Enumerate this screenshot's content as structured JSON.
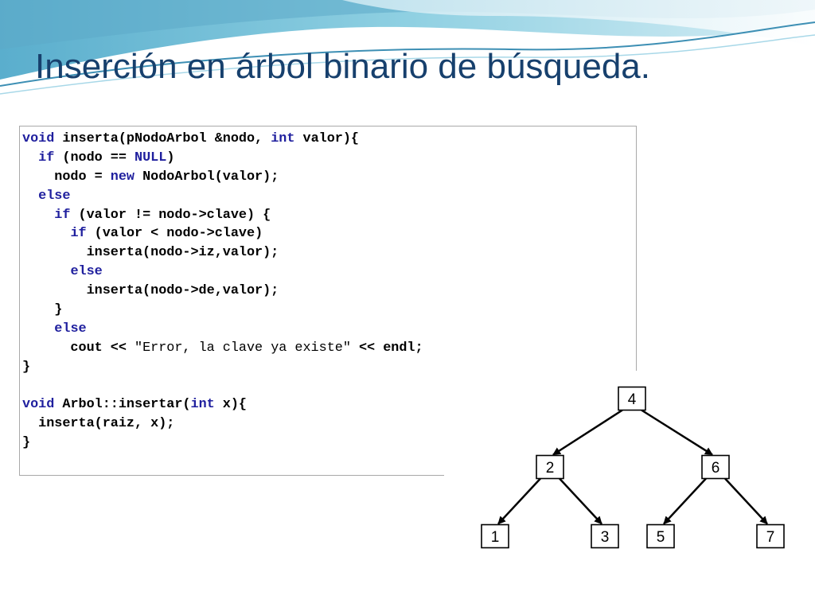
{
  "slide": {
    "title": "Inserción en árbol binario de búsqueda."
  },
  "code": {
    "lines": [
      [
        {
          "t": "void ",
          "k": "kw"
        },
        {
          "t": "inserta(pNodoArbol &nodo, ",
          "k": "plain"
        },
        {
          "t": "int",
          "k": "kw"
        },
        {
          "t": " valor){",
          "k": "plain"
        }
      ],
      [
        {
          "t": "  ",
          "k": "plain"
        },
        {
          "t": "if",
          "k": "kw"
        },
        {
          "t": " (nodo == ",
          "k": "code"
        },
        {
          "t": "NULL",
          "k": "kw"
        },
        {
          "t": ")",
          "k": "code"
        }
      ],
      [
        {
          "t": "    nodo = ",
          "k": "plain"
        },
        {
          "t": "new",
          "k": "kw"
        },
        {
          "t": " NodoArbol(valor);",
          "k": "plain"
        }
      ],
      [
        {
          "t": "  ",
          "k": "plain"
        },
        {
          "t": "else",
          "k": "kw"
        }
      ],
      [
        {
          "t": "    ",
          "k": "plain"
        },
        {
          "t": "if",
          "k": "kw"
        },
        {
          "t": " (valor != nodo->clave) {",
          "k": "code"
        }
      ],
      [
        {
          "t": "      ",
          "k": "plain"
        },
        {
          "t": "if",
          "k": "kw"
        },
        {
          "t": " (valor < nodo->clave)",
          "k": "plain"
        }
      ],
      [
        {
          "t": "        inserta(nodo->iz,valor);",
          "k": "plain"
        }
      ],
      [
        {
          "t": "      ",
          "k": "plain"
        },
        {
          "t": "else",
          "k": "kw"
        }
      ],
      [
        {
          "t": "        inserta(nodo->de,valor);",
          "k": "plain"
        }
      ],
      [
        {
          "t": "    }",
          "k": "code"
        }
      ],
      [
        {
          "t": "    ",
          "k": "plain"
        },
        {
          "t": "else",
          "k": "kw"
        }
      ],
      [
        {
          "t": "      cout << ",
          "k": "plain"
        },
        {
          "t": "\"Error, la clave ya existe\"",
          "k": "str"
        },
        {
          "t": " << endl;",
          "k": "plain"
        }
      ],
      [
        {
          "t": "}",
          "k": "code"
        }
      ],
      [
        {
          "t": "",
          "k": "plain"
        }
      ],
      [
        {
          "t": "void",
          "k": "kw"
        },
        {
          "t": " Arbol::insertar(",
          "k": "plain"
        },
        {
          "t": "int",
          "k": "kw"
        },
        {
          "t": " x){",
          "k": "plain"
        }
      ],
      [
        {
          "t": "  inserta(raiz, x);",
          "k": "plain"
        }
      ],
      [
        {
          "t": "}",
          "k": "code"
        }
      ]
    ]
  },
  "tree": {
    "nodes": [
      {
        "id": "4",
        "label": "4"
      },
      {
        "id": "2",
        "label": "2"
      },
      {
        "id": "6",
        "label": "6"
      },
      {
        "id": "1",
        "label": "1"
      },
      {
        "id": "3",
        "label": "3"
      },
      {
        "id": "5",
        "label": "5"
      },
      {
        "id": "7",
        "label": "7"
      }
    ],
    "edges": [
      {
        "from": "4",
        "to": "2"
      },
      {
        "from": "4",
        "to": "6"
      },
      {
        "from": "2",
        "to": "1"
      },
      {
        "from": "2",
        "to": "3"
      },
      {
        "from": "6",
        "to": "5"
      },
      {
        "from": "6",
        "to": "7"
      }
    ]
  },
  "colors": {
    "title": "#17406d",
    "keyword": "#1f1f9e",
    "wave_dark": "#4fa3c3",
    "wave_light": "#bfe3ee"
  }
}
